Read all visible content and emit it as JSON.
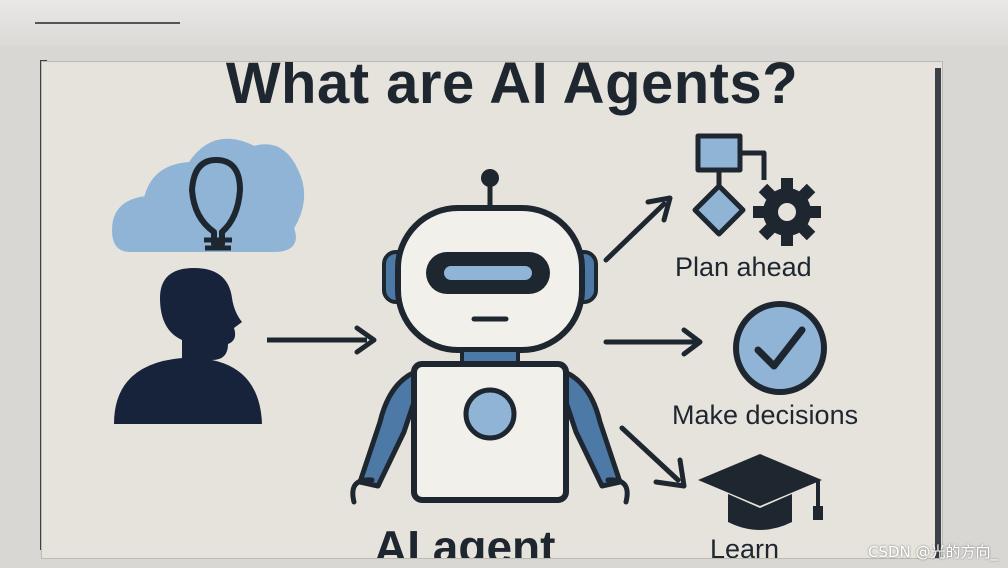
{
  "slide": {
    "title": "What are AI Agents?",
    "center_label": "AI agent",
    "outputs": [
      {
        "label": "Plan ahead",
        "icon": "flowchart-gear-icon"
      },
      {
        "label": "Make decisions",
        "icon": "checkmark-circle-icon"
      },
      {
        "label": "Learn",
        "icon": "graduation-cap-icon"
      }
    ],
    "input_icons": [
      "cloud-lightbulb-icon",
      "person-silhouette-icon"
    ],
    "center_icon": "robot-icon"
  },
  "watermark": "CSDN @光的方向_",
  "colors": {
    "ink": "#1e2630",
    "accent_blue": "#4d79a6",
    "light_blue": "#8fb4d6",
    "slide_bg": "#e6e3dc"
  }
}
